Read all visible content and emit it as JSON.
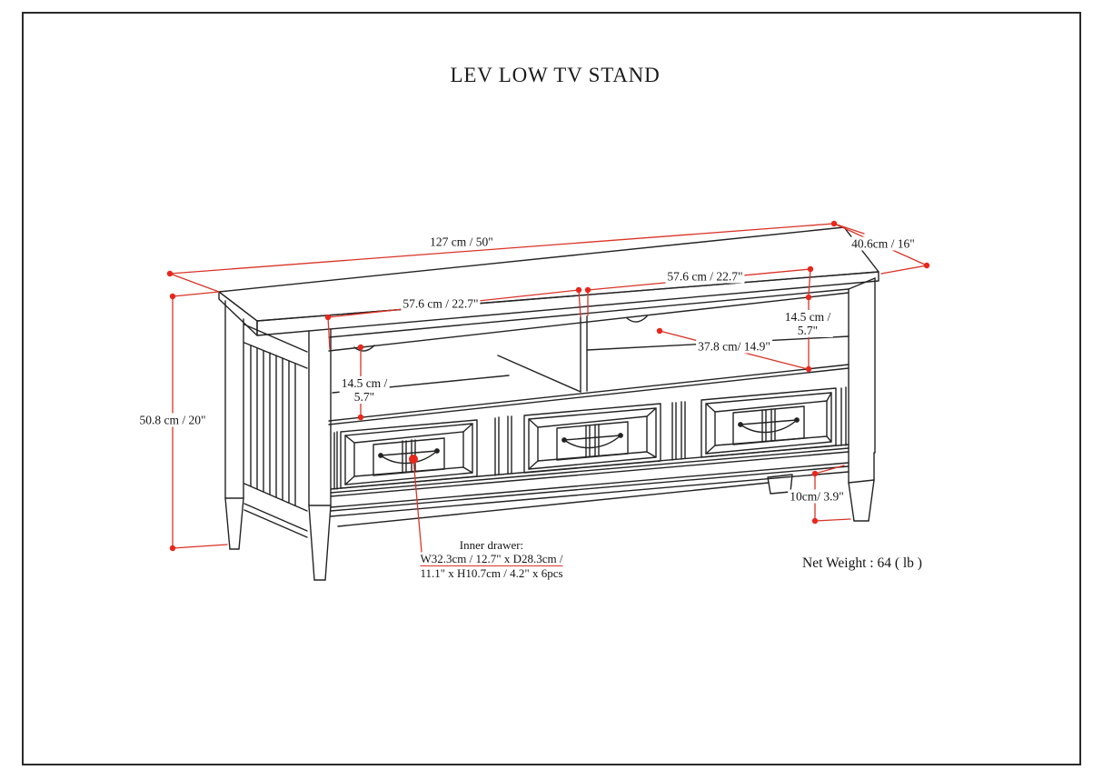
{
  "page": {
    "title": "LEV LOW TV STAND",
    "net_weight": "Net Weight : 64 ( lb )"
  },
  "colors": {
    "dimension_red": "#d93427",
    "dot_red": "#e8271c",
    "line_black": "#232323"
  },
  "dimensions": {
    "top_width": "127 cm / 50\"",
    "top_depth": "40.6cm / 16\"",
    "left_opening_width": "57.6 cm / 22.7\"",
    "right_opening_width": "57.6 cm / 22.7\"",
    "left_opening_height_line1": "14.5 cm /",
    "left_opening_height_line2": "5.7\"",
    "right_opening_height_line1": "14.5 cm /",
    "right_opening_height_line2": "5.7\"",
    "shelf_depth": "37.8 cm/ 14.9\"",
    "overall_height": "50.8 cm / 20\"",
    "leg_height": "10cm/ 3.9\"",
    "inner_drawer_title": "Inner drawer:",
    "inner_drawer_line1": "W32.3cm / 12.7\" x D28.3cm /",
    "inner_drawer_line2": "11.1\" x H10.7cm / 4.2\" x 6pcs"
  }
}
